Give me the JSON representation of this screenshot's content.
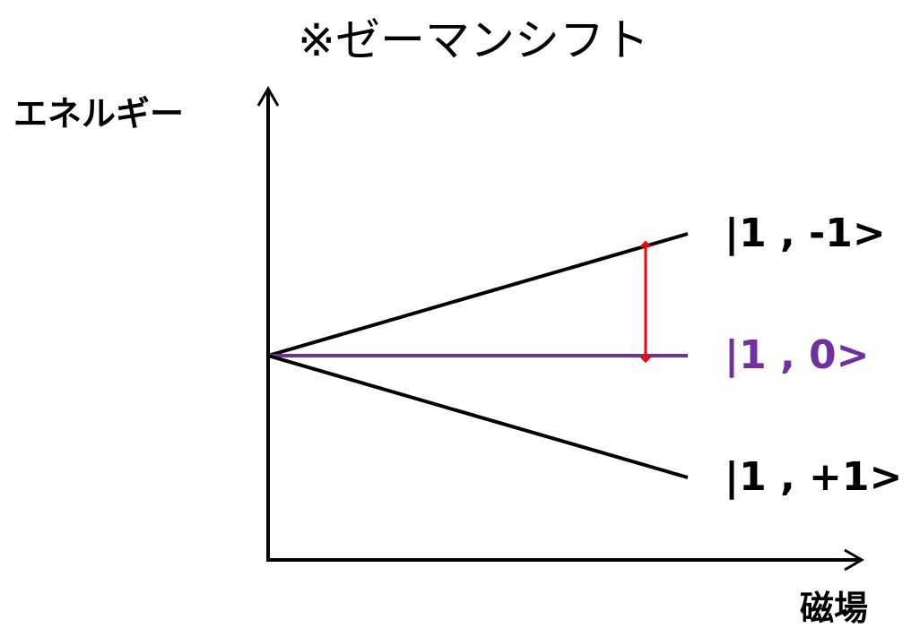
{
  "title": "※ゼーマンシフト",
  "y_axis_label": "エネルギー",
  "x_axis_label": "磁場",
  "states": [
    {
      "label": "|1 , -1>",
      "slope": 1,
      "color": "#000000"
    },
    {
      "label": "|1 , 0>",
      "slope": 0,
      "color": "#7030a0"
    },
    {
      "label": "|1 , +1>",
      "slope": -1,
      "color": "#000000"
    }
  ],
  "transition_arrow": {
    "from_state": 1,
    "to_state": 0,
    "color": "#ff0000"
  },
  "colors": {
    "axis": "#000000",
    "upper_state": "#000000",
    "middle_state": "#7030a0",
    "lower_state": "#000000",
    "transition": "#ff0000"
  }
}
